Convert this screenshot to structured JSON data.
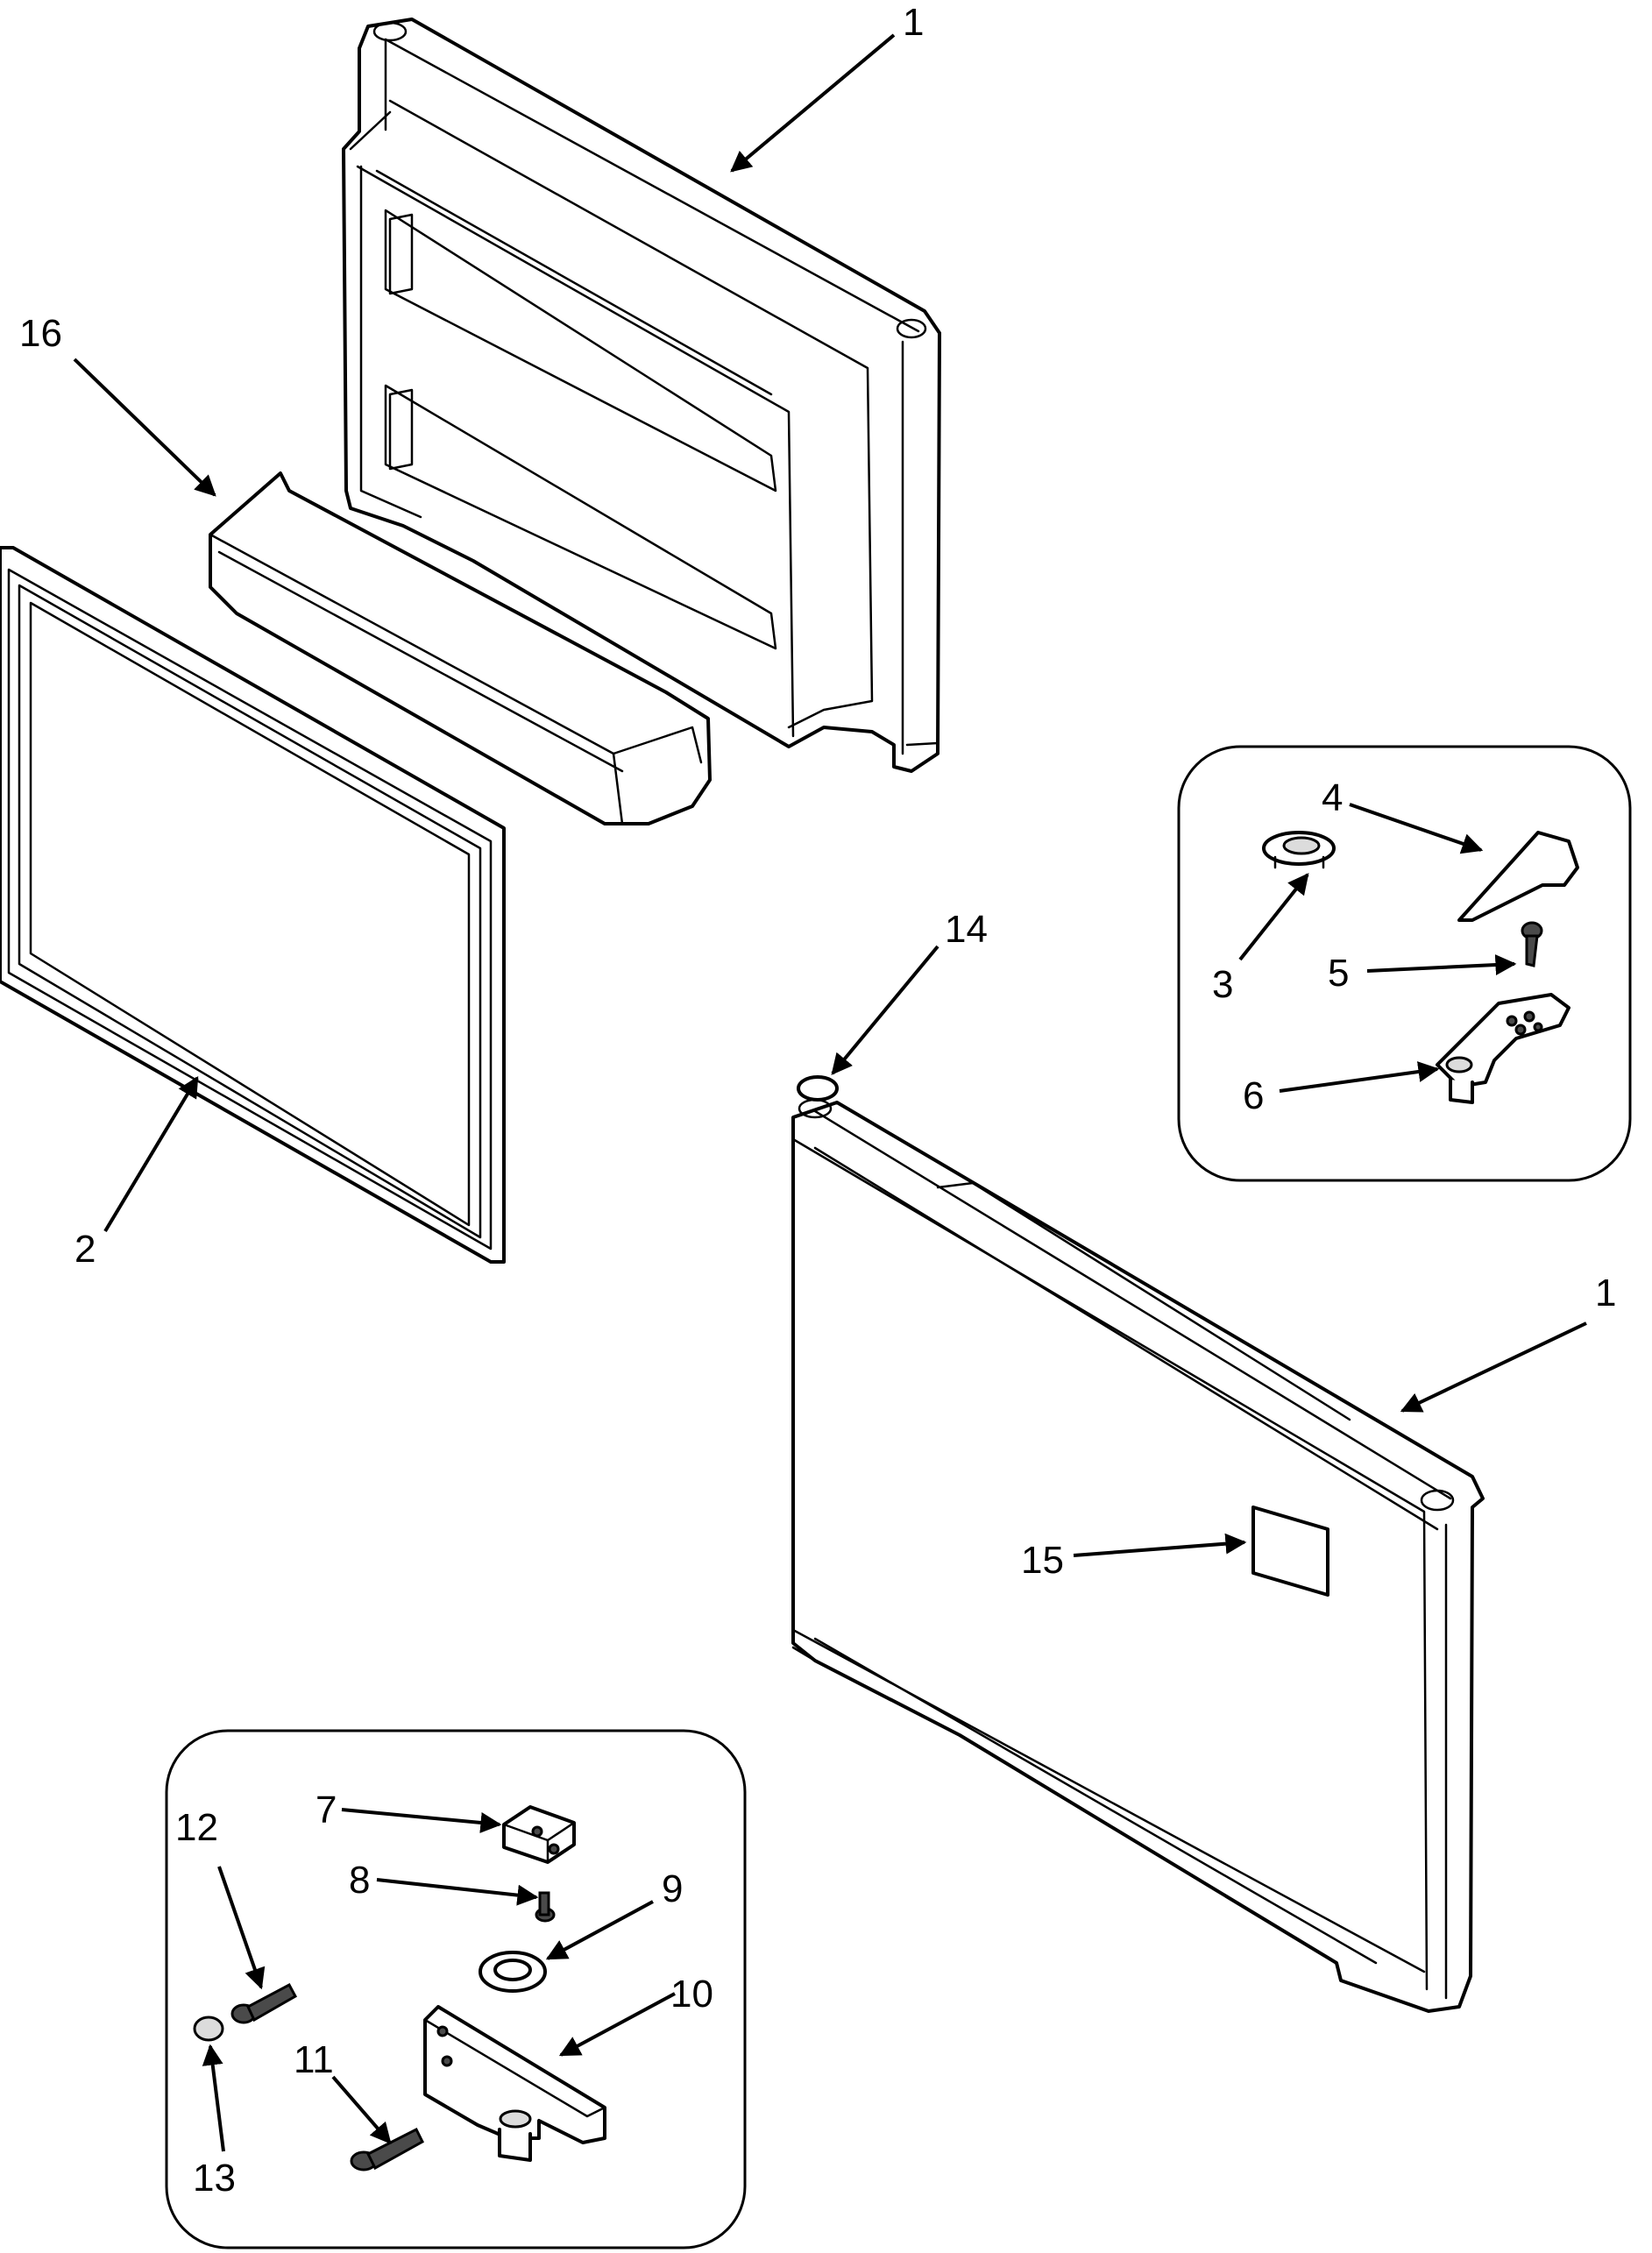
{
  "callouts": {
    "c1_top": "1",
    "c1_bottom": "1",
    "c2": "2",
    "c3": "3",
    "c4": "4",
    "c5": "5",
    "c6": "6",
    "c7": "7",
    "c8": "8",
    "c9": "9",
    "c10": "10",
    "c11": "11",
    "c12": "12",
    "c13": "13",
    "c14": "14",
    "c15": "15",
    "c16": "16"
  },
  "colors": {
    "line": "#000000",
    "background": "#ffffff",
    "shade": "#dcdcdc"
  }
}
